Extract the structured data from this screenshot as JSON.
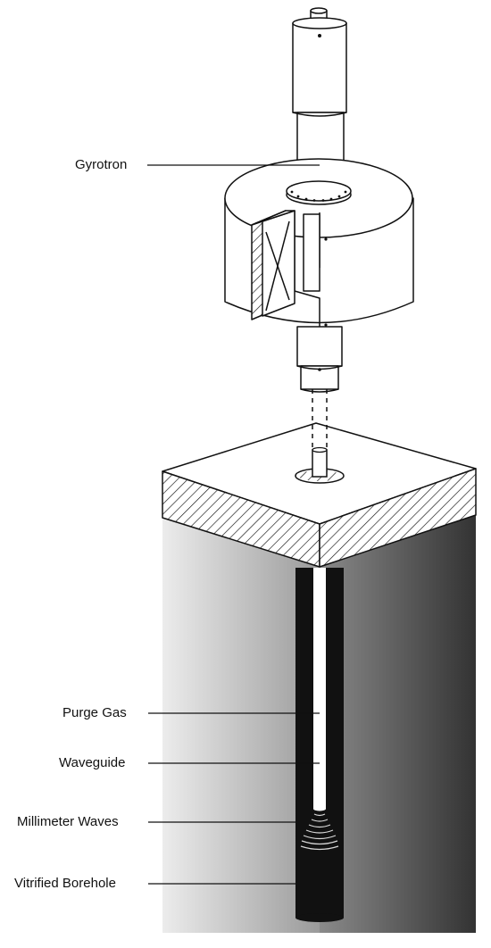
{
  "labels": {
    "gyrotron": "Gyrotron",
    "purge_gas": "Purge Gas",
    "waveguide": "Waveguide",
    "millimeter_waves": "Millimeter Waves",
    "vitrified_borehole": "Vitrified Borehole"
  },
  "colors": {
    "line": "#111111",
    "background": "#ffffff",
    "rock_light": "#e6e6e6",
    "rock_dark": "#3a3a3a",
    "borehole": "#111111",
    "waveguide": "#ffffff"
  }
}
